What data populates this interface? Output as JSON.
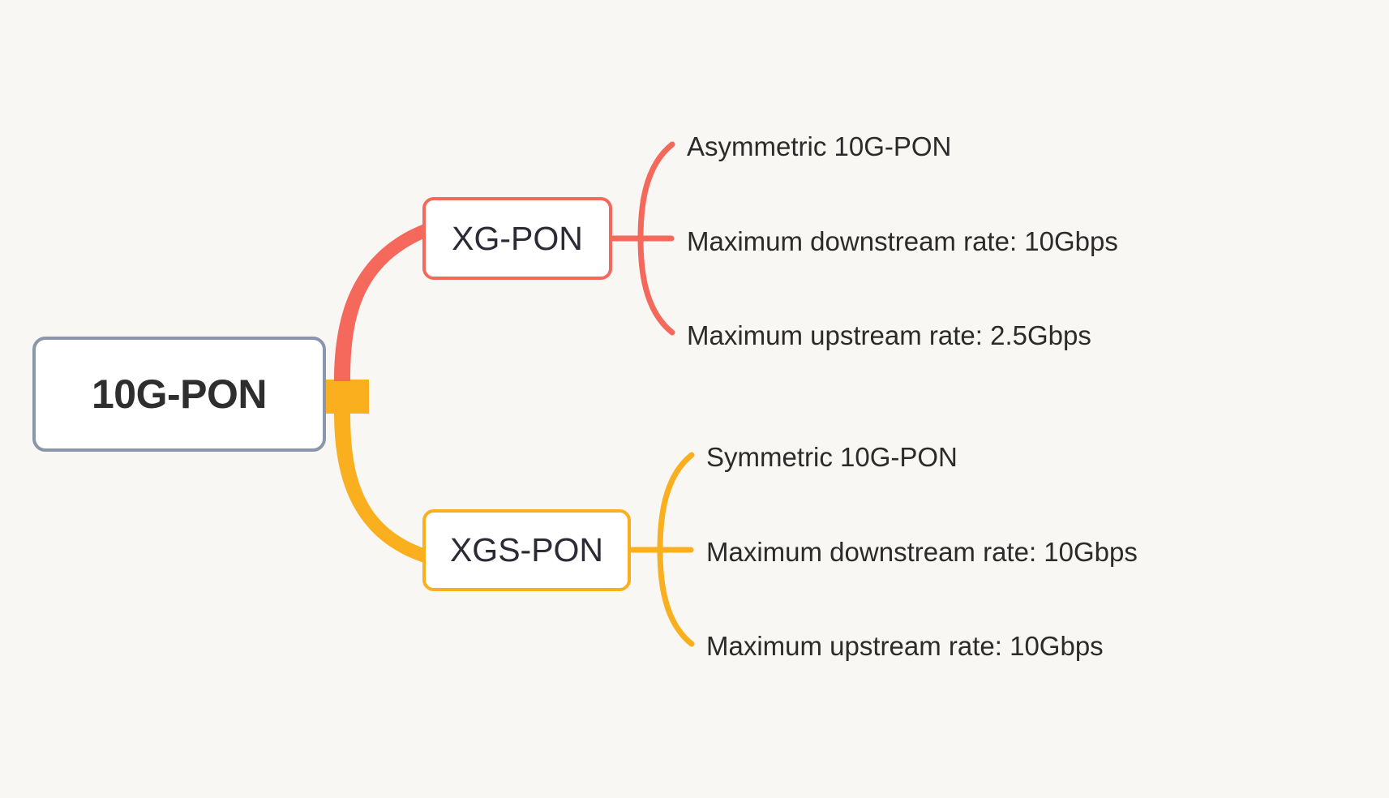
{
  "diagram": {
    "type": "mind-map",
    "title": "10G-PON",
    "background_color": "#F8F7F3",
    "text_color": "#2B2B2B",
    "root": {
      "label": "10G-PON",
      "border_color": "#8996AB",
      "fill_color": "#FFFFFF"
    },
    "branches": [
      {
        "label": "XG-PON",
        "color": "#F4695C",
        "leaves": [
          {
            "label": "Asymmetric 10G-PON"
          },
          {
            "label": "Maximum downstream rate: 10Gbps"
          },
          {
            "label": "Maximum upstream rate: 2.5Gbps"
          }
        ]
      },
      {
        "label": "XGS-PON",
        "color": "#FAAF1E",
        "leaves": [
          {
            "label": "Symmetric 10G-PON"
          },
          {
            "label": "Maximum downstream rate: 10Gbps"
          },
          {
            "label": "Maximum upstream rate: 10Gbps"
          }
        ]
      }
    ]
  }
}
